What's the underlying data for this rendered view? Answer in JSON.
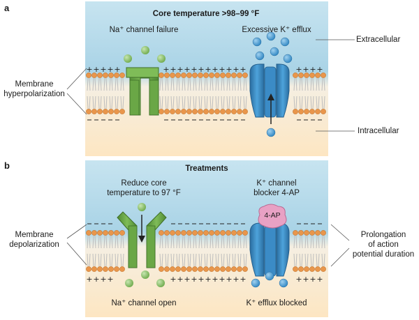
{
  "panel_a": {
    "letter": "a",
    "title": "Core temperature >98–99 °F",
    "left_label": "Na⁺ channel failure",
    "right_label": "Excessive K⁺ efflux",
    "extracellular": "Extracellular",
    "intracellular": "Intracellular",
    "side_label_line1": "Membrane",
    "side_label_line2": "hyperpolarization"
  },
  "panel_b": {
    "letter": "b",
    "title": "Treatments",
    "left_top_line1": "Reduce core",
    "left_top_line2": "temperature to 97 °F",
    "right_top_line1": "K⁺ channel",
    "right_top_line2": "blocker 4-AP",
    "blocker_label": "4-AP",
    "left_bottom": "Na⁺ channel open",
    "right_bottom": "K⁺ efflux blocked",
    "left_side_line1": "Membrane",
    "left_side_line2": "depolarization",
    "right_side_line1": "Prolongation",
    "right_side_line2": "of action",
    "right_side_line3": "potential duration"
  },
  "colors": {
    "extracellular_top": "#b9dcea",
    "intracellular_bottom": "#fde9c8",
    "lipid_head": "#e9964b",
    "lipid_tail": "#c9c9c9",
    "na_channel": "#6fa84a",
    "na_channel_dark": "#4f7f33",
    "k_channel": "#3d8fc9",
    "k_channel_dark": "#2a6a99",
    "na_ion": "#8cc56a",
    "k_ion": "#4d9fd6",
    "blocker": "#e8a1c4"
  }
}
